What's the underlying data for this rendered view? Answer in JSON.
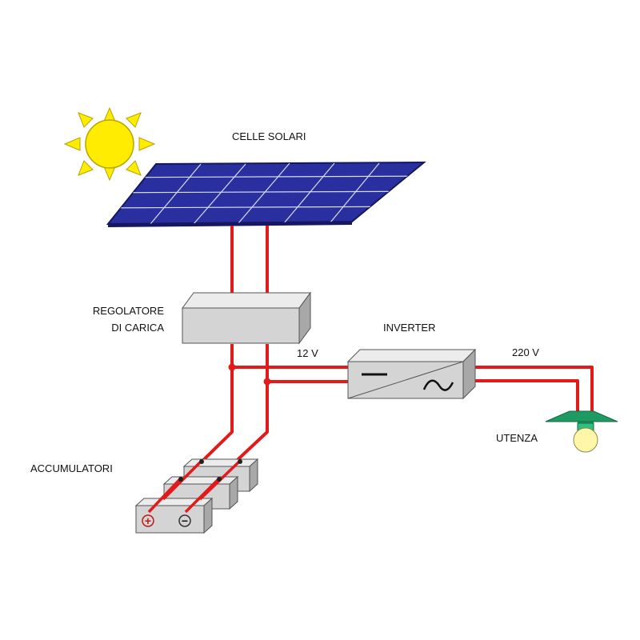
{
  "labels": {
    "solar_cells": "CELLE SOLARI",
    "regulator_line1": "REGOLATORE",
    "regulator_line2": "DI CARICA",
    "inverter": "INVERTER",
    "dc_voltage": "12 V",
    "ac_voltage": "220 V",
    "load": "UTENZA",
    "batteries": "ACCUMULATORI"
  },
  "symbols": {
    "battery_positive": "+",
    "battery_negative": "−"
  },
  "colors": {
    "sun": "#ffec00",
    "sun_outline": "#b8a400",
    "panel": "#2a2fa0",
    "panel_grid": "#d8dcf0",
    "box_front": "#d4d4d4",
    "box_top": "#ececec",
    "box_side": "#a8a8a8",
    "wire": "#e21a1a",
    "lamp_shade": "#1f9a63",
    "bulb": "#fff6a8"
  },
  "icons": [
    "sun-icon",
    "solar-panel-icon",
    "battery-icon",
    "lamp-icon",
    "dc-symbol-icon",
    "ac-symbol-icon"
  ]
}
